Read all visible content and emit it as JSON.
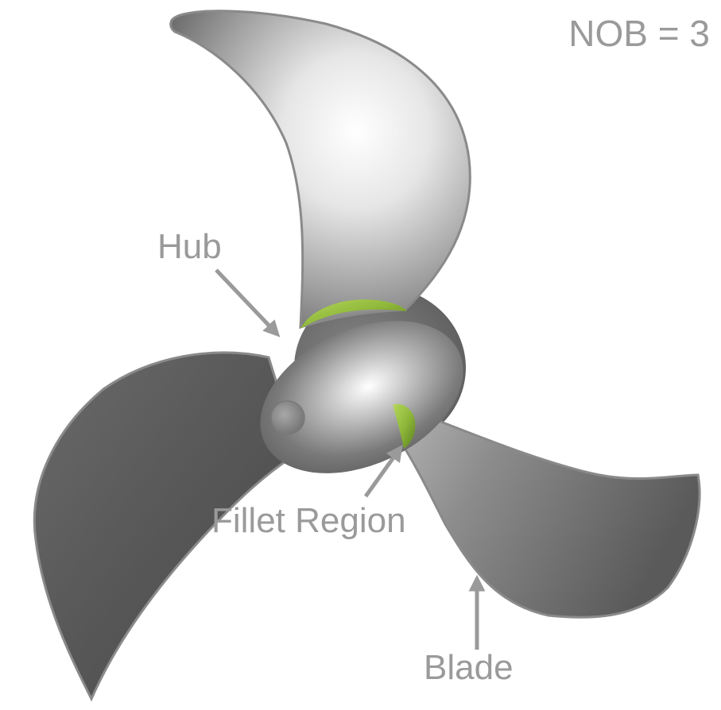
{
  "labels": {
    "nob": "NOB = 3",
    "hub": "Hub",
    "fillet_region": "Fillet Region",
    "blade": "Blade"
  },
  "colors": {
    "label_gray": "#9a9a9a",
    "blade_dark": "#5f5f5f",
    "blade_light": "#f2f2f2",
    "fillet_green": "#8fb83a",
    "outline": "#8a8a8a"
  }
}
